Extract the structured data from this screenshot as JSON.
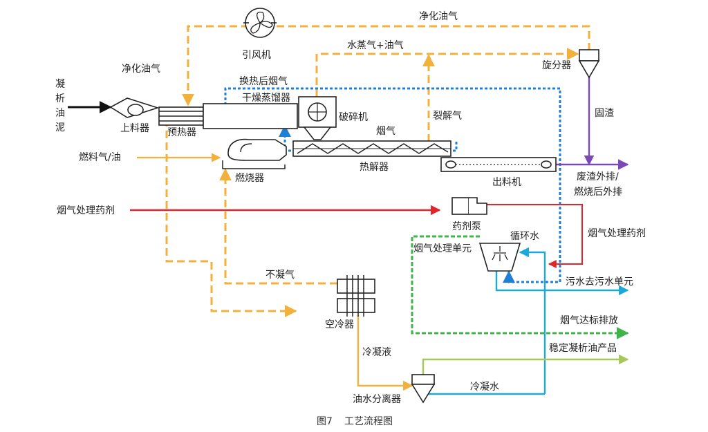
{
  "colors": {
    "oil_gas": "#f2b13a",
    "flue_gas": "#1f7fd6",
    "water": "#1aa9d8",
    "reagent": "#e0262a",
    "solid": "#7a49b8",
    "product": "#a6c85a",
    "exhaust": "#3fb44a",
    "feed": "#111111",
    "equipment": "#222222"
  },
  "equipment": {
    "fan": "引风机",
    "cyclone": "旋分器",
    "feeder": "上料器",
    "preheater": "预热器",
    "dryer": "干燥蒸馏器",
    "crusher": "破碎机",
    "burner": "燃烧器",
    "pyrolyzer": "热解器",
    "discharger": "出料机",
    "dosing_pump": "药剂泵",
    "flue_unit": "烟气处理单元",
    "air_cooler": "空冷器",
    "separator": "油水分离器"
  },
  "flows": {
    "purified_gas_top": "净化油气",
    "purified_gas_left": "净化油气",
    "steam_oil": "水蒸气+油气",
    "flue_after_exchange": "换热后烟气",
    "cracked_gas": "裂解气",
    "flue_gas": "烟气",
    "feed": "凝析油泥",
    "fuel": "燃料气/油",
    "solid_residue": "固渣",
    "slag_out": "废渣外排/燃烧后外排",
    "reagent_in": "烟气处理药剂",
    "reagent_loop": "烟气处理药剂",
    "circ_water": "循环水",
    "wastewater": "污水去污水单元",
    "noncond": "不凝气",
    "condensate": "冷凝液",
    "cooling_water": "冷凝水",
    "emission": "烟气达标排放",
    "product": "稳定凝析油产品"
  },
  "caption": {
    "figure_no": "图7",
    "title": "工艺流程图"
  }
}
